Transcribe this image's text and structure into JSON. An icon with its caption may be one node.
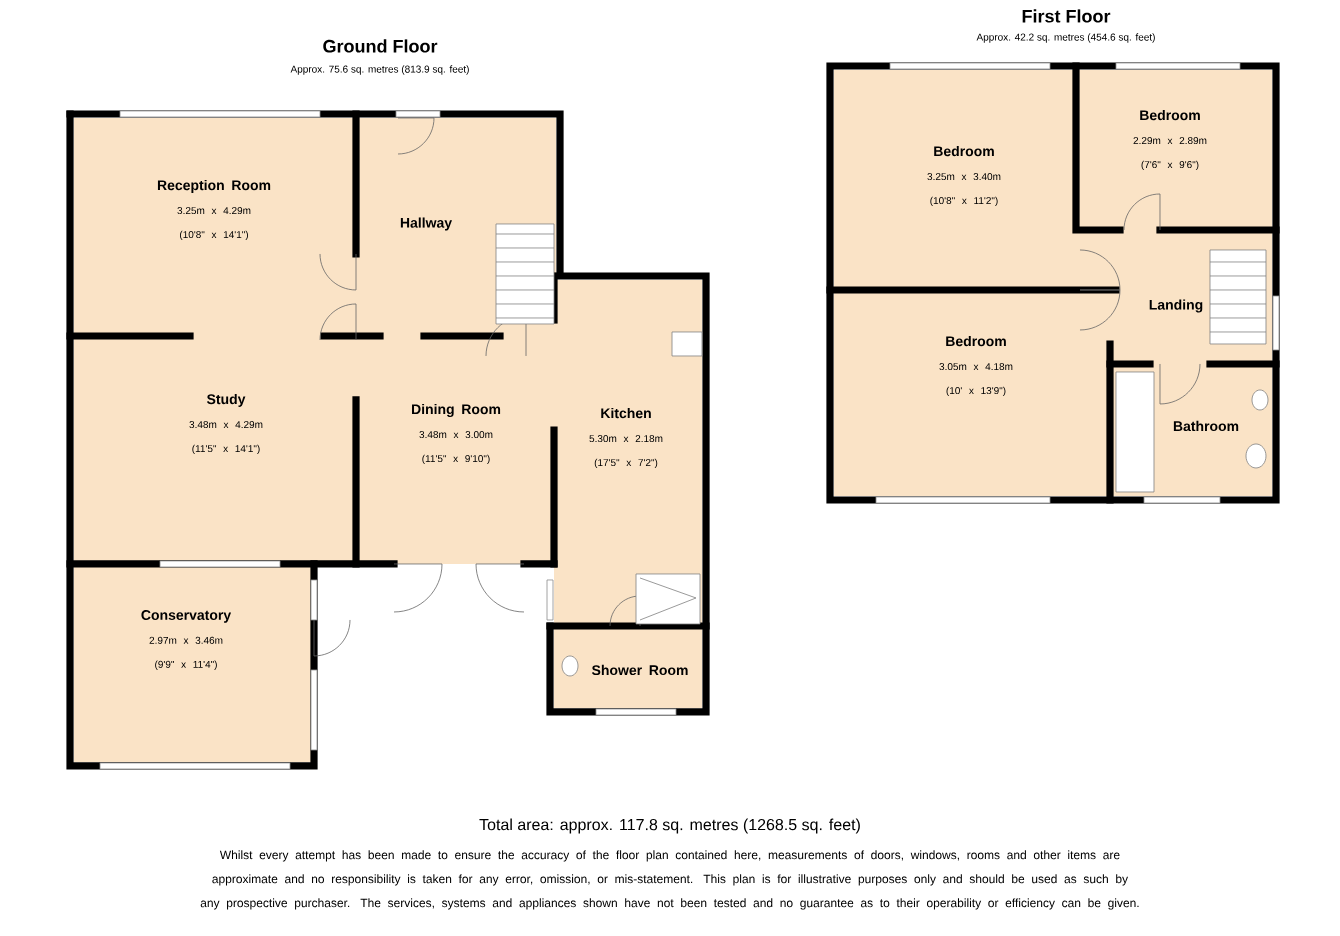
{
  "diagram": {
    "nodes": [
      {
        "text": [
          "Reception Room",
          "3.25m x 4.29m",
          "(10'8\" x 14'1\")"
        ]
      },
      {
        "text": [
          "Hallway"
        ]
      },
      {
        "text": [
          "Study",
          "3.48m x 4.29m",
          "(11'5\" x 14'1\")"
        ]
      },
      {
        "text": [
          "Dining Room",
          "3.48m x 3.00m",
          "(11'5\" x 9'10\")"
        ]
      },
      {
        "text": [
          "Kitchen",
          "5.30m x 2.18m",
          "(17'5\" x 7'2\")"
        ]
      },
      {
        "text": [
          "Conservatory",
          "2.97m x 3.46m",
          "(9'9\" x 11'4\")"
        ]
      },
      {
        "text": [
          "Shower Room"
        ]
      },
      {
        "text": [
          "Bedroom",
          "3.25m x 3.40m",
          "(10'8\" x 11'2\")"
        ]
      },
      {
        "text": [
          "Bedroom",
          "2.29m x 2.89m",
          "(7'6\" x 9'6\")"
        ]
      },
      {
        "text": [
          "Landing"
        ]
      },
      {
        "text": [
          "Bedroom",
          "3.05m x 4.18m",
          "(10' x 13'9\")"
        ]
      },
      {
        "text": [
          "Bathroom"
        ]
      }
    ],
    "labels": [
      "Ground Floor",
      "Approx. 75.6 sq. metres (813.9 sq. feet)",
      "First Floor",
      "Approx. 42.2 sq. metres (454.6 sq. feet)",
      "Total area: approx. 117.8 sq. metres (1268.5 sq. feet)",
      "Whilst every attempt has been made to ensure the accuracy of the floor plan contained here, measurements of doors, windows, rooms and other items are approximate and no responsibility is taken for any error, omission, or mis-statement. This plan is for illustrative purposes only and should be used as such by any prospective purchaser. The services, systems and appliances shown have not been tested and no guarantee as to their operability or efficiency can be given."
    ]
  }
}
